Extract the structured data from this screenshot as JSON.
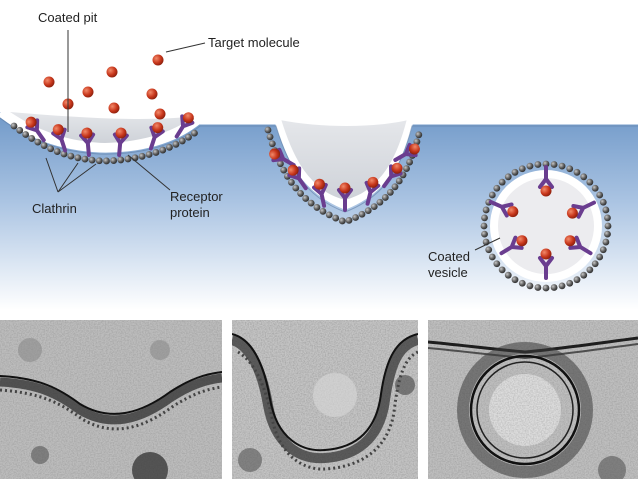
{
  "labels": {
    "coated_pit": "Coated pit",
    "target_molecule": "Target molecule",
    "clathrin": "Clathrin",
    "receptor_protein_line1": "Receptor",
    "receptor_protein_line2": "protein",
    "coated_vesicle_line1": "Coated",
    "coated_vesicle_line2": "vesicle"
  },
  "micrographs": [
    {
      "stage": "coated-pit"
    },
    {
      "stage": "deep-invagination"
    },
    {
      "stage": "coated-vesicle"
    }
  ],
  "colors": {
    "extracellular": "#ffffff",
    "cytoplasm_top": "#7fa6d0",
    "cytoplasm_bottom": "#ffffff",
    "membrane": "#ffffff",
    "clathrin": "#4a4a4a",
    "receptor": "#6a3d8f",
    "target_molecule": "#c2391f"
  }
}
